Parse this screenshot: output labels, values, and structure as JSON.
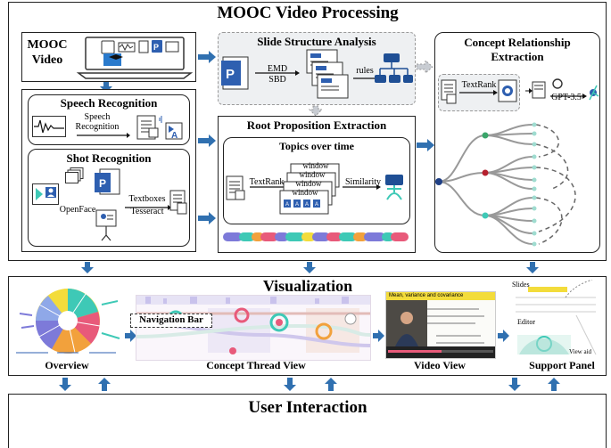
{
  "top": {
    "title": "MOOC Video Processing",
    "mooc_video": "MOOC Video",
    "slide_structure": {
      "title": "Slide Structure Analysis",
      "emd": "EMD",
      "sbd": "SBD",
      "rules": "rules"
    },
    "concept_relationship": {
      "title": "Concept Relationship Extraction",
      "textrank": "TextRank",
      "gpt": "GPT-3.5"
    },
    "speech": {
      "title": "Speech Recognition",
      "label": "Speech Recognition"
    },
    "shot": {
      "title": "Shot Recognition",
      "openface": "OpenFace",
      "textboxes": "Textboxes",
      "tesseract": "Tesseract"
    },
    "root_prop": {
      "title": "Root Proposition Extraction",
      "topics": "Topics over time",
      "textrank": "TextRank",
      "window": "window",
      "similarity": "Similarity"
    }
  },
  "visualization": {
    "title": "Visualization",
    "overview": "Overview",
    "nav_bar": "Navigation Bar",
    "concept_thread": "Concept Thread View",
    "video_view": "Video View",
    "support_panel": "Support Panel",
    "slides": "Slides",
    "editor": "Editor",
    "view_aid": "View aid",
    "video_heading": "Mean, variance and covariance"
  },
  "bottom": {
    "title": "User Interaction"
  },
  "colors": {
    "arrow": "#3070b0",
    "pink": "#e85a7a",
    "teal": "#3ec9b6",
    "purple": "#7d7ad9",
    "orange": "#f2a13c",
    "yellow": "#f3dc3b",
    "green": "#3aa56a",
    "dark_red": "#b5202e"
  }
}
